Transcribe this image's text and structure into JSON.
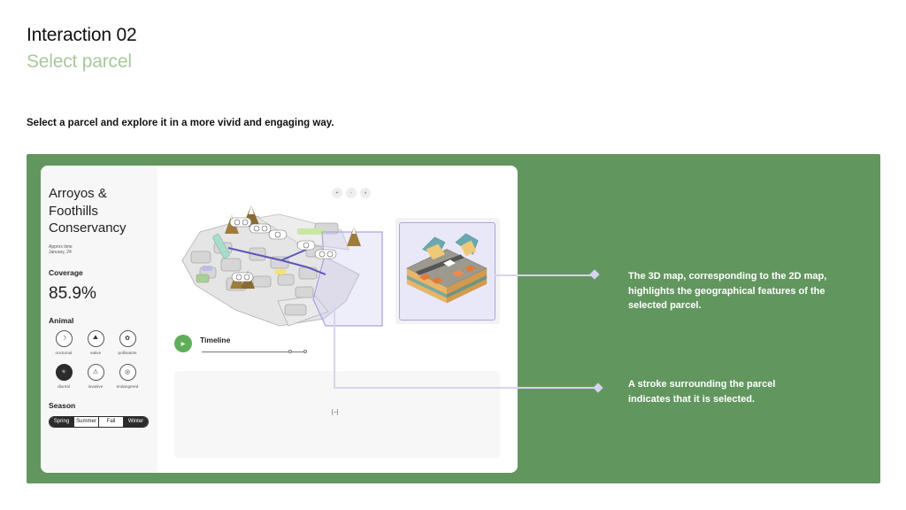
{
  "heading": {
    "title": "Interaction 02",
    "subtitle": "Select parcel"
  },
  "intro": "Select a parcel and explore it in a more vivid and engaging way.",
  "sidebar": {
    "title": "Arroyos & Foothills Conservancy",
    "meta_line1": "Approx time",
    "meta_line2": "January, 24",
    "coverage_label": "Coverage",
    "coverage_value": "85.9%",
    "animal_label": "Animal",
    "animals": [
      {
        "label": "nocturnal",
        "glyph": "☽",
        "icon": "moon-icon",
        "selected": false
      },
      {
        "label": "native",
        "glyph": "⛰",
        "icon": "mountain-icon",
        "selected": false
      },
      {
        "label": "pollinators",
        "glyph": "✿",
        "icon": "flower-icon",
        "selected": false
      },
      {
        "label": "diurnal",
        "glyph": "☀",
        "icon": "sun-icon",
        "selected": true
      },
      {
        "label": "invasive",
        "glyph": "⚠",
        "icon": "warning-icon",
        "selected": false
      },
      {
        "label": "endangered",
        "glyph": "◎",
        "icon": "target-icon",
        "selected": false
      }
    ],
    "season_label": "Season",
    "seasons": [
      {
        "label": "Spring",
        "selected": true
      },
      {
        "label": "Summer",
        "selected": false
      },
      {
        "label": "Fall",
        "selected": false
      },
      {
        "label": "Winter",
        "selected": true
      }
    ]
  },
  "map_controls": {
    "zoom_in": "+",
    "zoom_out": "-",
    "sound": "◖"
  },
  "timeline": {
    "play_glyph": "▶",
    "label": "Timeline"
  },
  "content_placeholder": "[--]",
  "annotations": {
    "note_3d": "The 3D map, corresponding to the 2D map, highlights the geographical features of the selected parcel.",
    "note_stroke": "A stroke surrounding the parcel indicates that it is selected."
  },
  "colors": {
    "stage_green": "#62965f",
    "subtitle_green": "#a8c89b",
    "play_green": "#5fae5a",
    "selection_stroke": "#a9a7dc",
    "route_blue": "#5a58b8"
  }
}
